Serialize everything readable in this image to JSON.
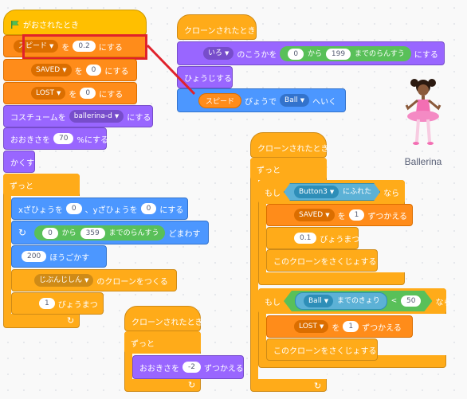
{
  "script1": {
    "hat": "がおされたとき",
    "speed_var": "スピード",
    "set_to": "を",
    "speed_val": "0.2",
    "set_suffix": "にする",
    "saved_var": "SAVED",
    "saved_val": "0",
    "lost_var": "LOST",
    "lost_val": "0",
    "costume_label": "コスチュームを",
    "costume_val": "ballerina-d",
    "costume_suffix": "にする",
    "size_label": "おおきさを",
    "size_val": "70",
    "size_suffix": "%にする",
    "hide": "かくす",
    "forever": "ずっと",
    "goto_x_label": "xざひょうを",
    "goto_x": "0",
    "goto_y_label": "、yざひょうを",
    "goto_y": "0",
    "goto_suffix": "にする",
    "turn_from": "0",
    "turn_mid": "から",
    "turn_to": "359",
    "turn_rand": "までのらんすう",
    "turn_suffix": "どまわす",
    "move_val": "200",
    "move_label": "ほうごかす",
    "clone_target": "じぶんじしん",
    "clone_label": "のクローンをつくる",
    "wait_val": "1",
    "wait_label": "びょうまつ"
  },
  "script2": {
    "hat": "クローンされたとき",
    "effect_var": "いろ",
    "effect_label": "のこうかを",
    "rand_from": "0",
    "rand_mid": "から",
    "rand_to": "199",
    "rand_label": "までのらんすう",
    "effect_suffix": "にする",
    "show": "ひょうじする",
    "glide_var": "スピード",
    "glide_label": "びょうで",
    "glide_target": "Ball",
    "glide_suffix": "へいく"
  },
  "script3": {
    "hat": "クローンされたとき",
    "forever": "ずっと",
    "size_label": "おおきさを",
    "size_val": "-2",
    "size_suffix": "ずつかえる"
  },
  "script4": {
    "hat": "クローンされたとき",
    "forever": "ずっと",
    "if1_label": "もし",
    "touch_target": "Button3",
    "touch_label": "にふれた",
    "if1_then": "なら",
    "change1_var": "SAVED",
    "change1_to": "を",
    "change1_val": "1",
    "change1_suffix": "ずつかえる",
    "wait_val": "0.1",
    "wait_label": "びょうまつ",
    "delete1": "このクローンをさくじょする",
    "if2_label": "もし",
    "dist_target": "Ball",
    "dist_label": "までのきょり",
    "lt": "<",
    "dist_val": "50",
    "if2_then": "なら",
    "change2_var": "LOST",
    "change2_to": "を",
    "change2_val": "1",
    "change2_suffix": "ずつかえる",
    "delete2": "このクローンをさくじょする"
  },
  "sprite": {
    "name": "Ballerina"
  },
  "colors": {
    "events": "#ffbf00",
    "control": "#ffab19",
    "looks": "#9966ff",
    "motion": "#4c97ff",
    "variables": "#ff8c1a",
    "sensing": "#5cb1d6",
    "operators": "#59c059",
    "highlight": "#e0222b"
  }
}
